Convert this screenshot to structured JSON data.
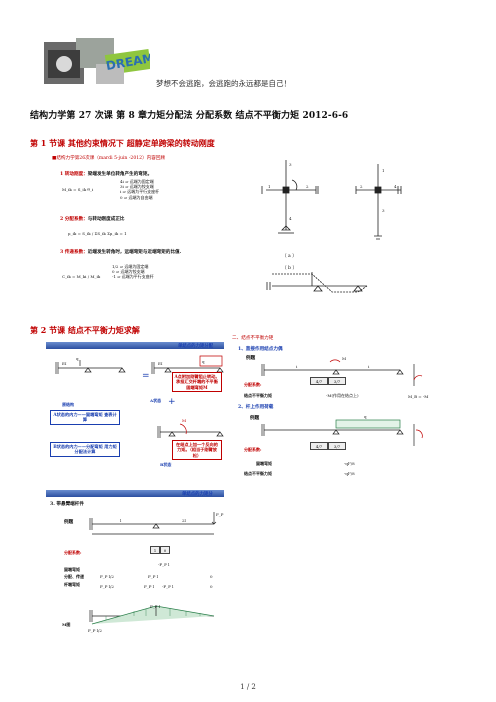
{
  "header": {
    "banner_text": "DREAM",
    "motto": "梦想不会逃跑，会逃跑的永远都是自己！"
  },
  "doc_title": "结构力学第 27 次课   第 8 章力矩分配法   分配系数   结点不平衡力矩 2012-6-6",
  "section1": {
    "heading": "第 1 节课     其他约束情况下 超静定单跨梁的转动刚度",
    "review": "■结构力学第26次课（mardi 5-juin -2012）内容回顾",
    "item1_label": "1 转动刚度：",
    "item1_text": "梁端发生单位转角产生的弯矩。",
    "formula1": "M_ik = S_ik θ_i",
    "stiffness_cases": [
      "4i ⇒ 远端为固定端",
      "3i ⇒ 远端为铰支端",
      "i ⇒ 远端为平行支座杆",
      "0 ⇒ 远端为自由端"
    ],
    "item2_label": "2 分配系数：",
    "item2_text": "与转动刚度成正比",
    "formula2": "μ_ik = S_ik / ΣS_ik     Σμ_ik = 1",
    "item3_label": "3 传递系数：",
    "item3_text": "近端发生转角时，远端弯矩与近端弯矩的比值.",
    "carry_cases": [
      "1/2 ⇒ 远端为固定端",
      "0 ⇒ 远端为铰支端",
      "-1 ⇒ 远端为平行支座杆"
    ],
    "formula3": "C_ik = M_ki / M_ik",
    "fig_a": "（ a ）",
    "fig_b": "（ b ）"
  },
  "section2": {
    "heading": "第 2 节课     结点不平衡力矩求解",
    "bar1": "单结点的力矩分配",
    "bar2": "单结点的力矩分",
    "state_original": "原结构",
    "state_a": "A状态",
    "state_b": "B状态",
    "box_a": "A状态的内力——固端弯矩\n查表计算",
    "box_b": "B状态的内力——分配弯矩\n用力矩分配法计算",
    "box_lock": "A点附加刚臂阻止转动。 承担汇交杆端的不平衡固端弯矩M",
    "box_release": "在结点上加一个反向的力矩。（相当于刚臂放松）",
    "load_q": "q",
    "load_EI": "EI",
    "load_M": "M",
    "part3": "3. 带悬臂端杆件",
    "example": "例题",
    "dist_label": "分配系数:",
    "dist_values": [
      "1",
      "0"
    ],
    "fixed_moment": "固端弯矩",
    "distribution": "分配、传递",
    "rod_moment": "杆端弯矩",
    "row_fixed": [
      "-F_P l"
    ],
    "row_dist": [
      "F_P l/2",
      "F_P l",
      "0"
    ],
    "row_end": [
      "F_P l/2",
      "F_P l",
      "-F_P l",
      "0"
    ],
    "m_diagram": "M图",
    "m_value_top": "F_P l",
    "m_value_bottom": "F_P l/2",
    "len_l": "l",
    "len_2l": "2l",
    "load_FP": "F_P"
  },
  "section2_right": {
    "heading": "二、结点不平衡力矩",
    "sub1": "1、直接作用结点力偶",
    "example": "例题",
    "dist_label": "分配系数:",
    "dist_values": [
      "4/7",
      "3/7"
    ],
    "fixed_moment": "结点不平衡力矩",
    "fixed_note": "-M(作用在结点上)",
    "mb_eq": "M_B = -M",
    "sub2": "2、杆上作用荷载",
    "example2": "例题",
    "dist_label2": "分配系数:",
    "dist_values2": [
      "4/7",
      "3/7"
    ],
    "fixed_moment2": "固端弯矩",
    "unbalanced2": "结点不平衡力矩",
    "fm_value": "-ql²/8",
    "ub_value": "-ql²/8",
    "label_M": "M",
    "label_q": "q",
    "label_i": "i"
  },
  "footer": {
    "page": "1  /  2"
  }
}
